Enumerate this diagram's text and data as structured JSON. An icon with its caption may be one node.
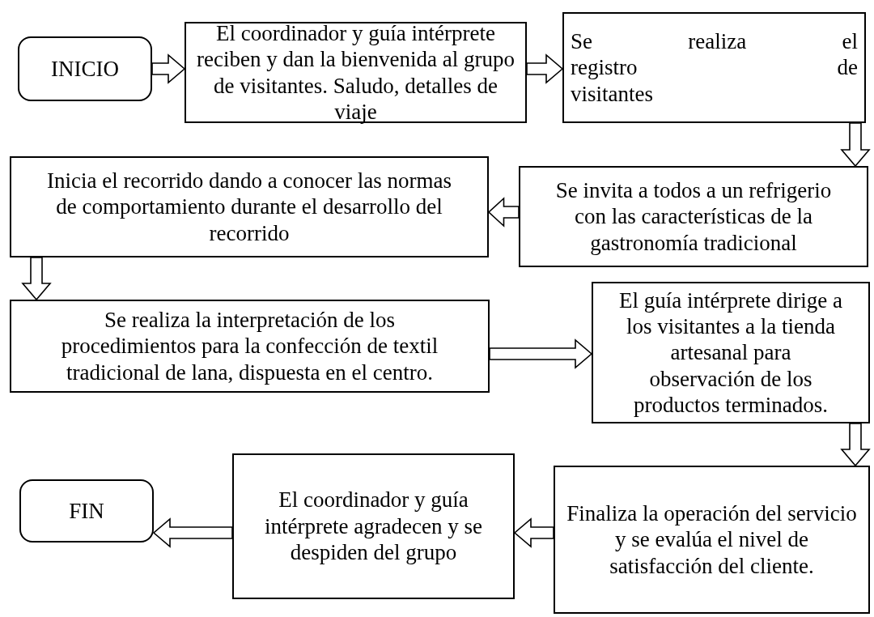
{
  "diagram": {
    "nodes": [
      {
        "text": [
          "INICIO"
        ]
      },
      {
        "text": [
          "El coordinador y guía intérprete reciben y dan la bienvenida al grupo de visitantes.  Saludo, detalles de viaje"
        ]
      },
      {
        "text": [
          "Se realiza el registro de visitantes"
        ]
      },
      {
        "text": [
          "Se invita a todos a un refrigerio con las características de la gastronomía tradicional"
        ]
      },
      {
        "text": [
          "Inicia el recorrido dando a conocer las normas de comportamiento durante el desarrollo del recorrido"
        ]
      },
      {
        "text": [
          "Se realiza la interpretación de los procedimientos para la confección de textil tradicional de lana, dispuesta en el centro."
        ]
      },
      {
        "text": [
          "El guía intérprete dirige a los visitantes a la tienda artesanal para observación de los productos terminados."
        ]
      },
      {
        "text": [
          "Finaliza la operación del servicio y se evalúa el nivel de satisfacción del cliente."
        ]
      },
      {
        "text": [
          "El coordinador y guía intérprete agradecen y se despiden del grupo"
        ]
      },
      {
        "text": [
          "FIN"
        ]
      }
    ],
    "edges": [
      {
        "from": 0,
        "to": 1,
        "arrow": "to"
      },
      {
        "from": 1,
        "to": 2,
        "arrow": "to"
      },
      {
        "from": 2,
        "to": 3,
        "arrow": "to"
      },
      {
        "from": 3,
        "to": 4,
        "arrow": "to"
      },
      {
        "from": 4,
        "to": 5,
        "arrow": "to"
      },
      {
        "from": 5,
        "to": 6,
        "arrow": "to"
      },
      {
        "from": 6,
        "to": 7,
        "arrow": "to"
      },
      {
        "from": 7,
        "to": 8,
        "arrow": "to"
      },
      {
        "from": 8,
        "to": 9,
        "arrow": "to"
      }
    ]
  }
}
